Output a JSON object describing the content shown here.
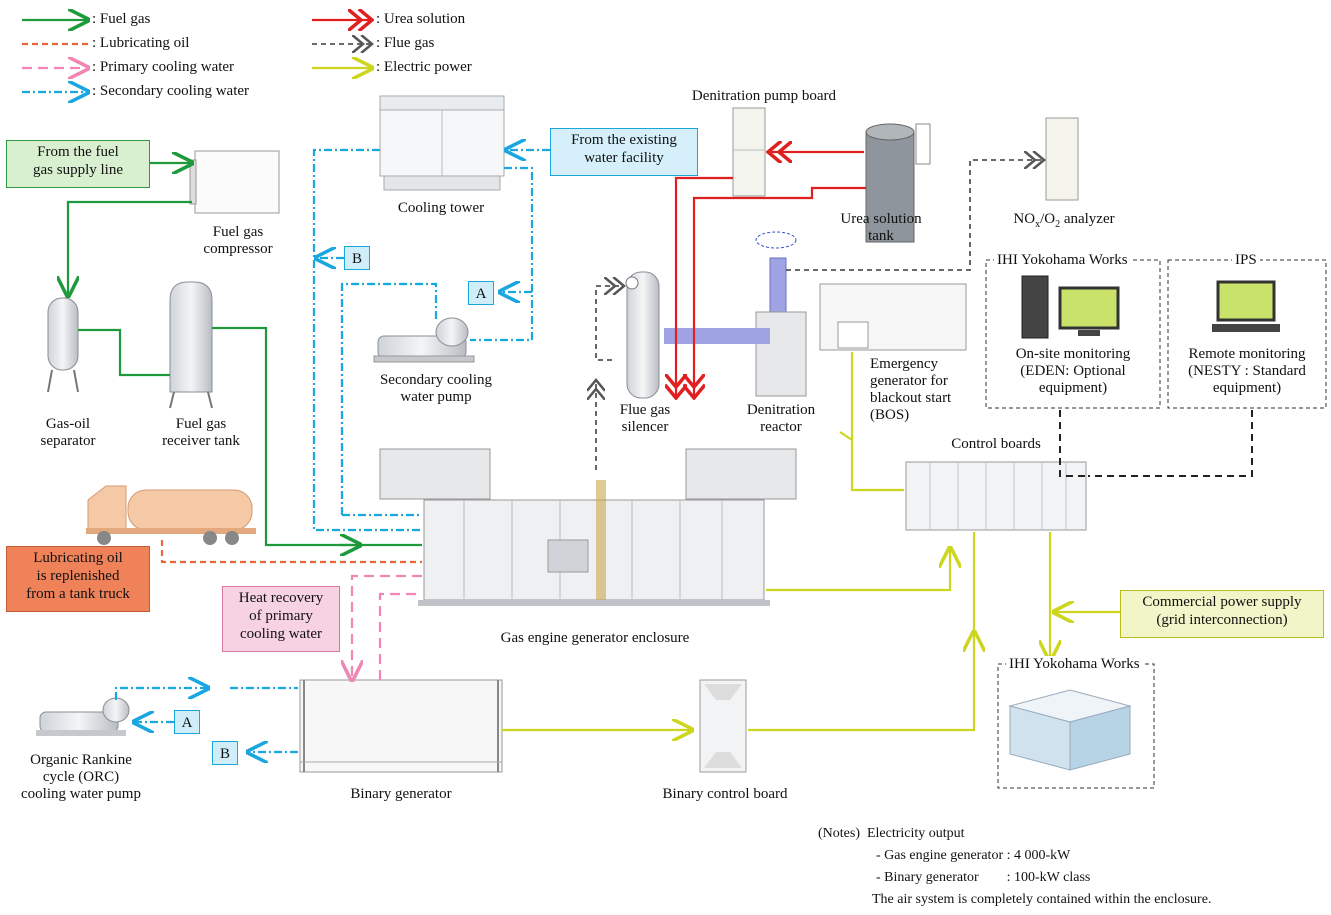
{
  "legend": {
    "fuel_gas": ": Fuel gas",
    "lubricating_oil": ": Lubricating oil",
    "primary_cooling_water": ": Primary cooling water",
    "secondary_cooling_water": ": Secondary cooling water",
    "urea_solution": ": Urea solution",
    "flue_gas": ": Flue gas",
    "electric_power": ": Electric power"
  },
  "colors": {
    "fuel_gas": "#1e9a3c",
    "lubricating_oil": "#e8663a",
    "primary_cooling_water": "#ef86b4",
    "secondary_cooling_water": "#1aa7e0",
    "urea_solution": "#e02020",
    "flue_gas": "#555555",
    "electric_power": "#cdd61e",
    "box_green": "#d8f0d0",
    "box_blue": "#d5f0fa",
    "box_orange": "#f0825a",
    "box_pink": "#f7d2e3",
    "box_yellow": "#f2f5c8"
  },
  "callouts": {
    "from_fuel_gas_supply": "From the fuel\ngas supply line",
    "from_existing_water": "From the existing\nwater facility",
    "lubricating_oil_truck": "Lubricating oil\nis replenished\nfrom a tank truck",
    "heat_recovery": "Heat recovery\nof primary\ncooling water",
    "commercial_power": "Commercial power supply\n(grid interconnection)"
  },
  "labels": {
    "fuel_gas_compressor": "Fuel gas\ncompressor",
    "cooling_tower": "Cooling tower",
    "denitration_pump_board": "Denitration pump board",
    "urea_solution_tank": "Urea solution\ntank",
    "nox_analyzer_main": "NO",
    "nox_analyzer_sub1": "x",
    "nox_analyzer_mid": "/O",
    "nox_analyzer_sub2": "2",
    "nox_analyzer_tail": " analyzer",
    "gas_oil_separator": "Gas-oil\nseparator",
    "fuel_gas_receiver_tank": "Fuel gas\nreceiver tank",
    "secondary_cooling_water_pump": "Secondary cooling\nwater pump",
    "flue_gas_silencer": "Flue gas\nsilencer",
    "denitration_reactor": "Denitration\nreactor",
    "emergency_generator": "Emergency\ngenerator for\nblackout start\n(BOS)",
    "ihi_yokohama_works_1": "IHI Yokohama Works",
    "onsite_monitoring": "On-site monitoring\n(EDEN: Optional\nequipment)",
    "ips": "IPS",
    "remote_monitoring": "Remote monitoring\n(NESTY : Standard\nequipment)",
    "control_boards": "Control boards",
    "gas_engine_enclosure": "Gas engine generator enclosure",
    "ihi_yokohama_works_2": "IHI Yokohama Works",
    "orc_pump": "Organic Rankine\ncycle (ORC)\ncooling water pump",
    "binary_generator": "Binary generator",
    "binary_control_board": "Binary control board",
    "marker_a": "A",
    "marker_b": "B"
  },
  "notes": {
    "heading": "(Notes)  Electricity output",
    "line1": "- Gas engine generator : 4 000-kW",
    "line2": "- Binary generator        : 100-kW class",
    "line3": "The air system is completely contained within the enclosure."
  }
}
